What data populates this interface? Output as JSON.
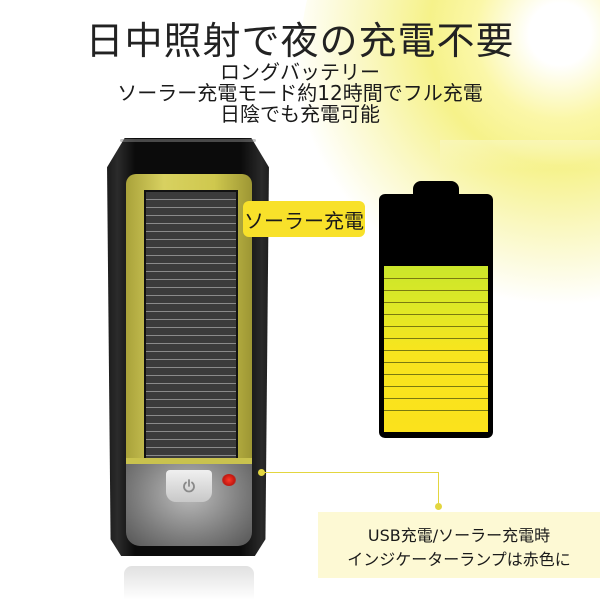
{
  "headline": {
    "title": "日中照射で夜の充電不要",
    "lines": [
      "ロングバッテリー",
      "ソーラー充電モード約12時間でフル充電",
      "日陰でも充電可能"
    ]
  },
  "device": {
    "label": "ソーラー充電",
    "icons": [
      "solar-panel",
      "power-icon",
      "red-indicator-led"
    ]
  },
  "battery": {
    "level_segments": 13,
    "colors": {
      "top": "#cbe62a",
      "bottom": "#fbe21c",
      "body": "#000000"
    }
  },
  "callout": {
    "line1": "USB充電/ソーラー充電時",
    "line2": "インジケーターランプは赤色に"
  },
  "colors": {
    "accent_yellow": "#f8e12a",
    "callout_bg": "#fdf9d4",
    "leader_line": "#e3d640",
    "indicator_red": "#ff3a2a"
  }
}
